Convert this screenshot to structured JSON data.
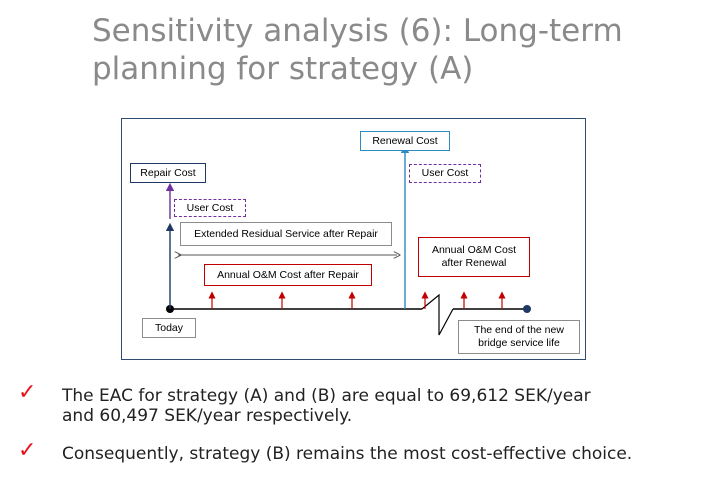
{
  "slide": {
    "title_line1": "Sensitivity analysis (6): Long-term",
    "title_line2": "planning for strategy (A)"
  },
  "diagram": {
    "repair_cost": "Repair Cost",
    "user_cost_repair": "User Cost",
    "extended_residual": "Extended Residual Service after Repair",
    "annual_om_after_repair": "Annual O&M Cost after Repair",
    "renewal_cost": "Renewal Cost",
    "user_cost_renewal": "User Cost",
    "annual_om_after_renewal_line1": "Annual O&M Cost",
    "annual_om_after_renewal_line2": "after Renewal",
    "today": "Today",
    "end_line1": "The end of the new",
    "end_line2": "bridge service life",
    "colors": {
      "frame": "#2e4b73",
      "repair_border": "#1f3864",
      "user_cost": "#7030a0",
      "renewal": "#2e8bc0",
      "om": "#c00000",
      "timeline": "#000000"
    }
  },
  "bullets": [
    {
      "line1": "The EAC for strategy (A) and (B) are equal to 69,612 SEK/year",
      "line2": "and 60,497 SEK/year respectively."
    },
    {
      "line1": "Consequently, strategy (B) remains the most cost-effective choice."
    }
  ],
  "check_mark": "✓"
}
